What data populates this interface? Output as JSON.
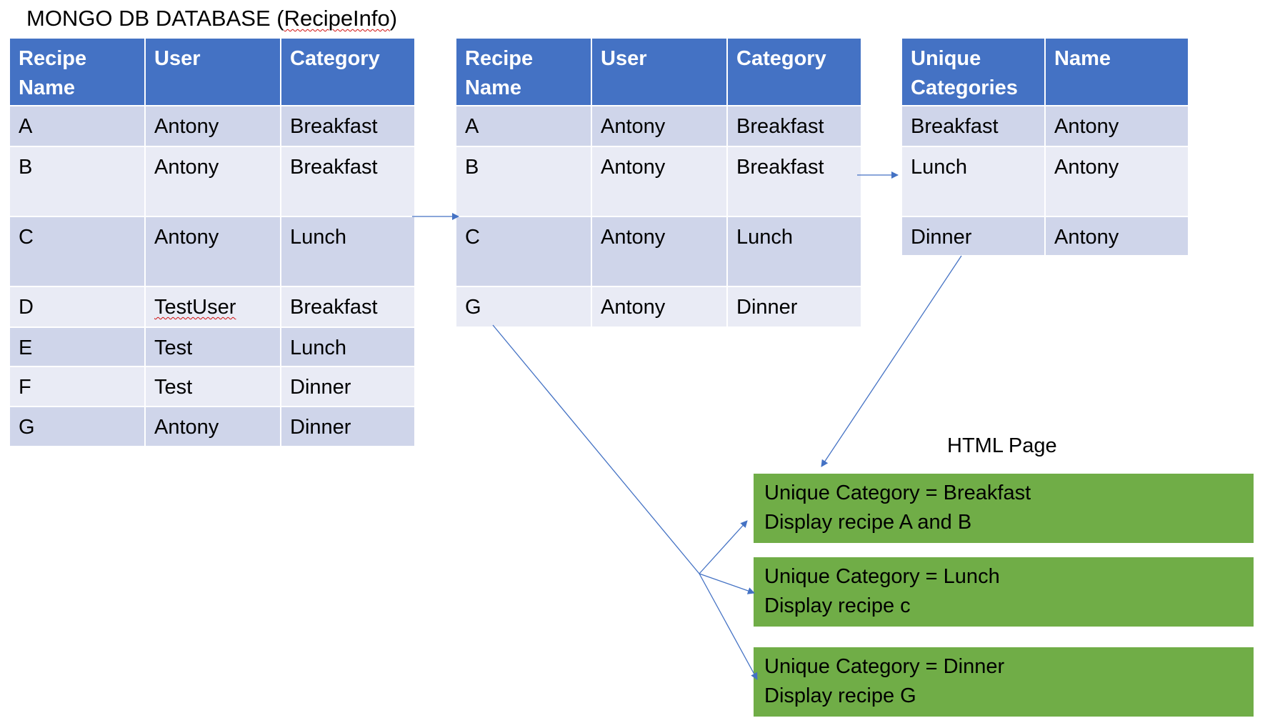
{
  "title": {
    "prefix": "MONGO DB DATABASE (",
    "name": "RecipeInfo",
    "suffix": ")"
  },
  "table_source": {
    "headers": [
      "Recipe Name",
      "User",
      "Category"
    ],
    "rows": [
      [
        "A",
        "Antony",
        "Breakfast"
      ],
      [
        "B",
        "Antony",
        "Breakfast"
      ],
      [
        "C",
        "Antony",
        "Lunch"
      ],
      [
        "D",
        "TestUser",
        "Breakfast"
      ],
      [
        "E",
        "Test",
        "Lunch"
      ],
      [
        "F",
        "Test",
        "Dinner"
      ],
      [
        "G",
        "Antony",
        "Dinner"
      ]
    ]
  },
  "table_filtered": {
    "headers": [
      "Recipe Name",
      "User",
      "Category"
    ],
    "rows": [
      [
        "A",
        "Antony",
        "Breakfast"
      ],
      [
        "B",
        "Antony",
        "Breakfast"
      ],
      [
        "C",
        "Antony",
        "Lunch"
      ],
      [
        "G",
        "Antony",
        "Dinner"
      ]
    ]
  },
  "table_unique": {
    "headers": [
      "Unique Categories",
      "Name"
    ],
    "rows": [
      [
        "Breakfast",
        "Antony"
      ],
      [
        "Lunch",
        "Antony"
      ],
      [
        "Dinner",
        "Antony"
      ]
    ]
  },
  "html_page": {
    "label": "HTML Page",
    "boxes": [
      {
        "line1": "Unique Category = Breakfast",
        "line2": "Display recipe A and B"
      },
      {
        "line1": "Unique Category = Lunch",
        "line2": "Display recipe c"
      },
      {
        "line1": "Unique Category = Dinner",
        "line2": "Display recipe G"
      }
    ]
  },
  "colors": {
    "header_blue": "#4472c4",
    "row_dark": "#cfd5ea",
    "row_light": "#e9ebf5",
    "box_green": "#70ad47",
    "arrow": "#4472c4",
    "spellcheck": "#d01010"
  }
}
